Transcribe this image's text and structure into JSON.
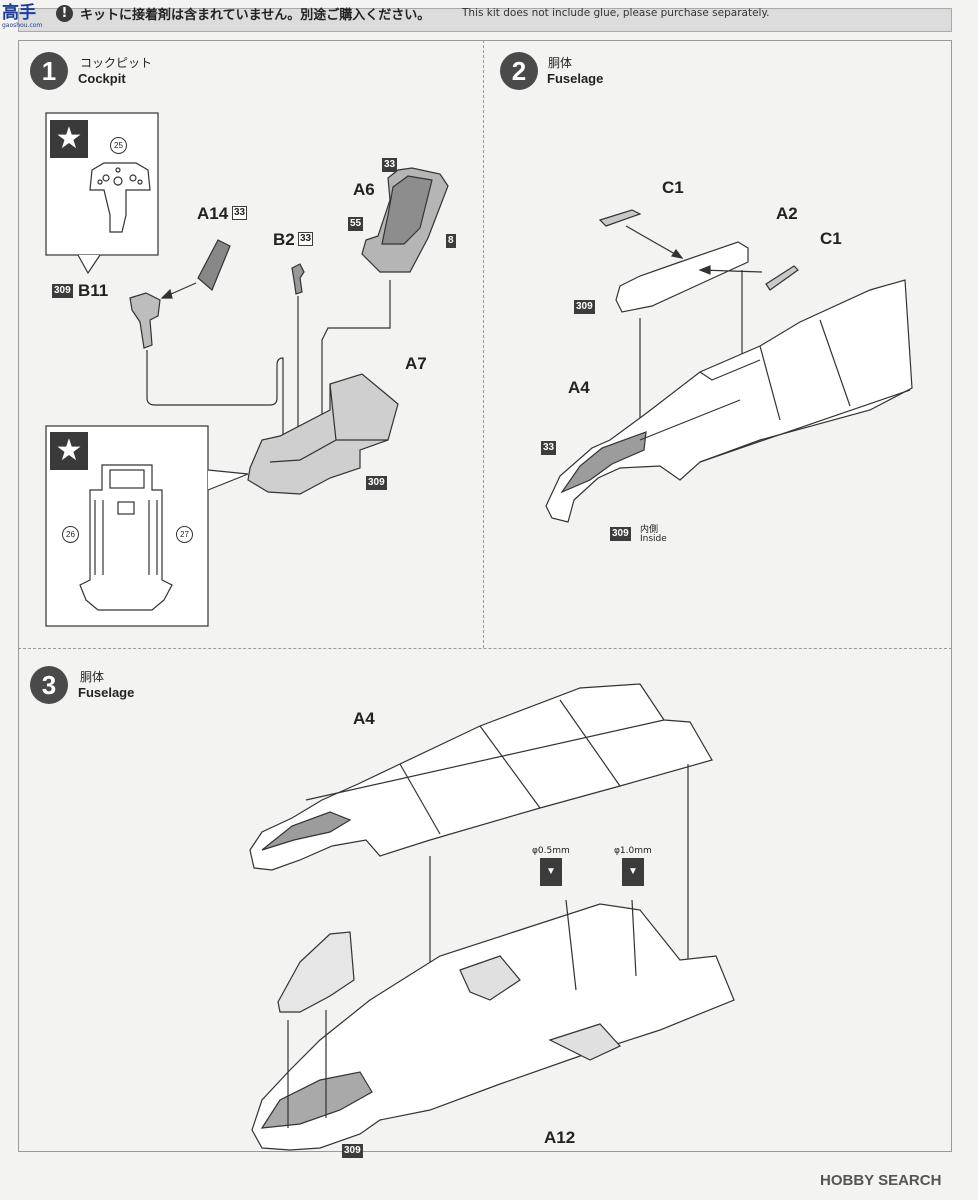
{
  "header": {
    "logo_text": "高手",
    "logo_sub": "gaoshou.com",
    "notice_jp": "キットに接着剤は含まれていません。別途ご購入ください。",
    "notice_en": "This kit does not include glue, please purchase separately."
  },
  "steps": [
    {
      "number": "1",
      "title_jp": "コックピット",
      "title_en": "Cockpit"
    },
    {
      "number": "2",
      "title_jp": "胴体",
      "title_en": "Fuselage"
    },
    {
      "number": "3",
      "title_jp": "胴体",
      "title_en": "Fuselage"
    }
  ],
  "step1": {
    "decal_top": "25",
    "decal_left": "26",
    "decal_right": "27",
    "parts": {
      "a14": "A14",
      "a14_color": "33",
      "b2": "B2",
      "b2_color": "33",
      "a6": "A6",
      "a6_color_top": "33",
      "a6_color_left": "55",
      "a6_color_right": "8",
      "b11": "B11",
      "b11_color": "309",
      "a7": "A7",
      "a7_color": "309"
    }
  },
  "step2": {
    "parts": {
      "c1_left": "C1",
      "c1_right": "C1",
      "a2": "A2",
      "a2_color": "309",
      "a4": "A4",
      "a4_color": "33",
      "inside_color": "309",
      "inside_jp": "内側",
      "inside_en": "Inside"
    }
  },
  "step3": {
    "parts": {
      "a4": "A4",
      "a12": "A12",
      "a12_color": "309"
    },
    "drill_small": "φ0.5mm",
    "drill_large": "φ1.0mm"
  },
  "watermark": "HOBBY SEARCH",
  "colors": {
    "accent_dark": "#3c3c3c",
    "logo_blue": "#1a3fa0",
    "paint_gray": "#a9a9a9"
  }
}
